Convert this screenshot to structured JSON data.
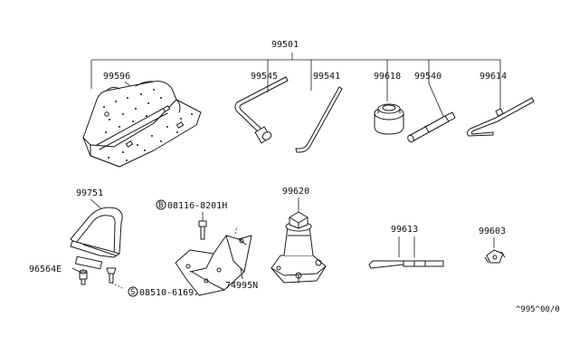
{
  "labels": {
    "assembly": "99501",
    "tool_bag": "99596",
    "wrench_bent": "99545",
    "bar_straight": "99541",
    "socket": "99618",
    "extension": "99540",
    "handle_hook": "99614",
    "strap": "99751",
    "bolt_b": "08116-8201H",
    "bolt_b_prefix": "B",
    "bracket": "74995N",
    "jack": "99620",
    "rod_set": "99613",
    "clip": "99603",
    "nut": "96564E",
    "screw_s": "08510-61697",
    "screw_s_prefix": "S",
    "drawing_code": "^995^00/0"
  }
}
